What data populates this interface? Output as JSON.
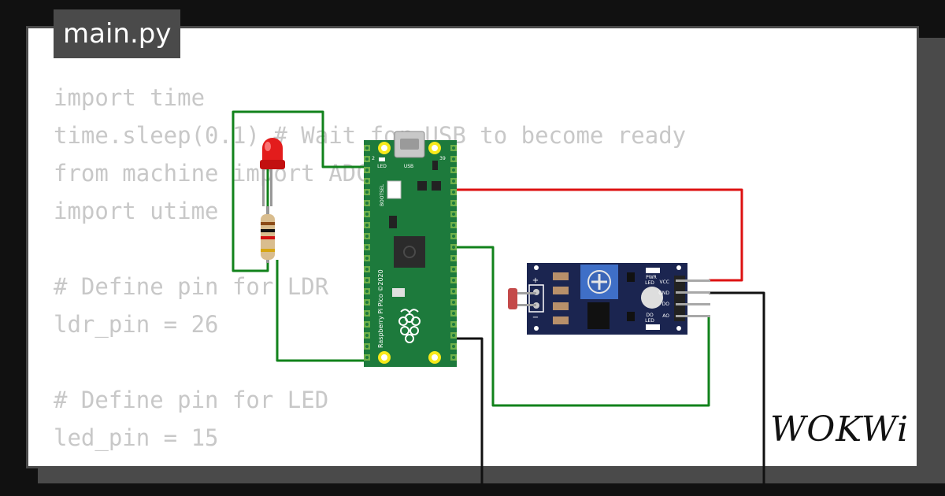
{
  "editor": {
    "filename": "main.py",
    "code_lines": [
      "import time",
      "time.sleep(0.1) # Wait for USB to become ready",
      "from machine import ADC, Pin",
      "import utime",
      "",
      "# Define pin for LDR",
      "ldr_pin = 26",
      "",
      "# Define pin for LED",
      "led_pin = 15"
    ]
  },
  "board": {
    "label_led": "LED",
    "label_usb": "USB",
    "label_bootsel": "BOOTSEL",
    "label_pin_2": "2",
    "label_pin_39": "39",
    "label_name": "Raspberry Pi Pico ©2020"
  },
  "sensor": {
    "pin_vcc": "VCC",
    "pin_gnd": "GND",
    "pin_do": "DO",
    "pin_ao": "AO",
    "label_pwr_led": "PWR",
    "label_pwr_led2": "LED",
    "label_do_led": "DO",
    "label_do_led2": "LED",
    "plus": "+",
    "minus": "−"
  },
  "brand": {
    "name": "WOKWi"
  },
  "colors": {
    "wire_green": "#11821b",
    "wire_red": "#dd1111",
    "wire_black": "#111111",
    "pcb_green": "#1d7a3c",
    "sensor_blue": "#1b2550",
    "card_border": "#4a4a4a",
    "code_gray": "#c8c8c8"
  }
}
